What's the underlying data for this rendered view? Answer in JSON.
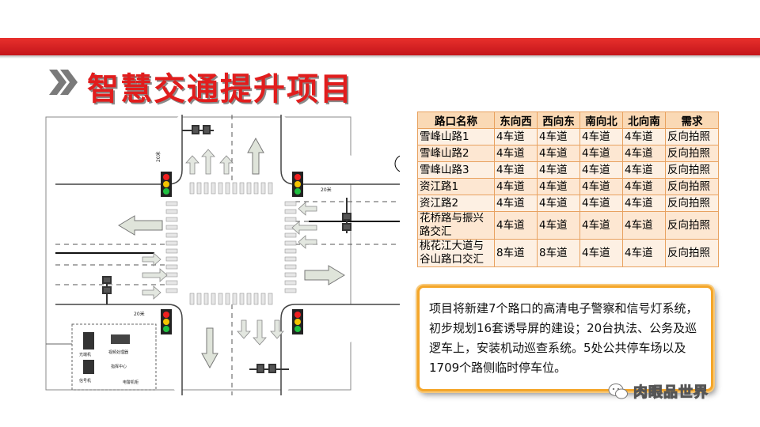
{
  "slide": {
    "title": "智慧交通提升项目"
  },
  "diagram": {
    "distance_label": "20米",
    "box_labels": [
      "光端机",
      "视频处理器",
      "信号机",
      "指挥中心",
      "电警机柜"
    ]
  },
  "table": {
    "headers": [
      "路口名称",
      "东向西",
      "西向东",
      "南向北",
      "北向南",
      "需求"
    ],
    "rows": [
      [
        "雪峰山路1",
        "4车道",
        "4车道",
        "4车道",
        "4车道",
        "反向拍照"
      ],
      [
        "雪峰山路2",
        "4车道",
        "4车道",
        "4车道",
        "4车道",
        "反向拍照"
      ],
      [
        "雪峰山路3",
        "4车道",
        "4车道",
        "4车道",
        "4车道",
        "反向拍照"
      ],
      [
        "资江路1",
        "4车道",
        "4车道",
        "4车道",
        "4车道",
        "反向拍照"
      ],
      [
        "资江路2",
        "4车道",
        "4车道",
        "4车道",
        "4车道",
        "反向拍照"
      ],
      [
        "花桥路与振兴路交汇",
        "4车道",
        "4车道",
        "4车道",
        "4车道",
        "反向拍照"
      ],
      [
        "桃花江大道与谷山路口交汇",
        "8车道",
        "8车道",
        "4车道",
        "4车道",
        "反向拍照"
      ]
    ]
  },
  "summary": {
    "text": "项目将新建7个路口的高清电子警察和信号灯系统，初步规划16套诱导屏的建设；20台执法、公务及巡逻车上，安装机动巡查系统。5处公共停车场以及1709个路侧临时停车位。"
  },
  "watermark": {
    "text": "肉眼品世界"
  },
  "colors": {
    "accent_red": "#e11d1d",
    "table_header": "#fad9b5",
    "table_border": "#e8a260",
    "summary_border": "#f4a62a"
  }
}
